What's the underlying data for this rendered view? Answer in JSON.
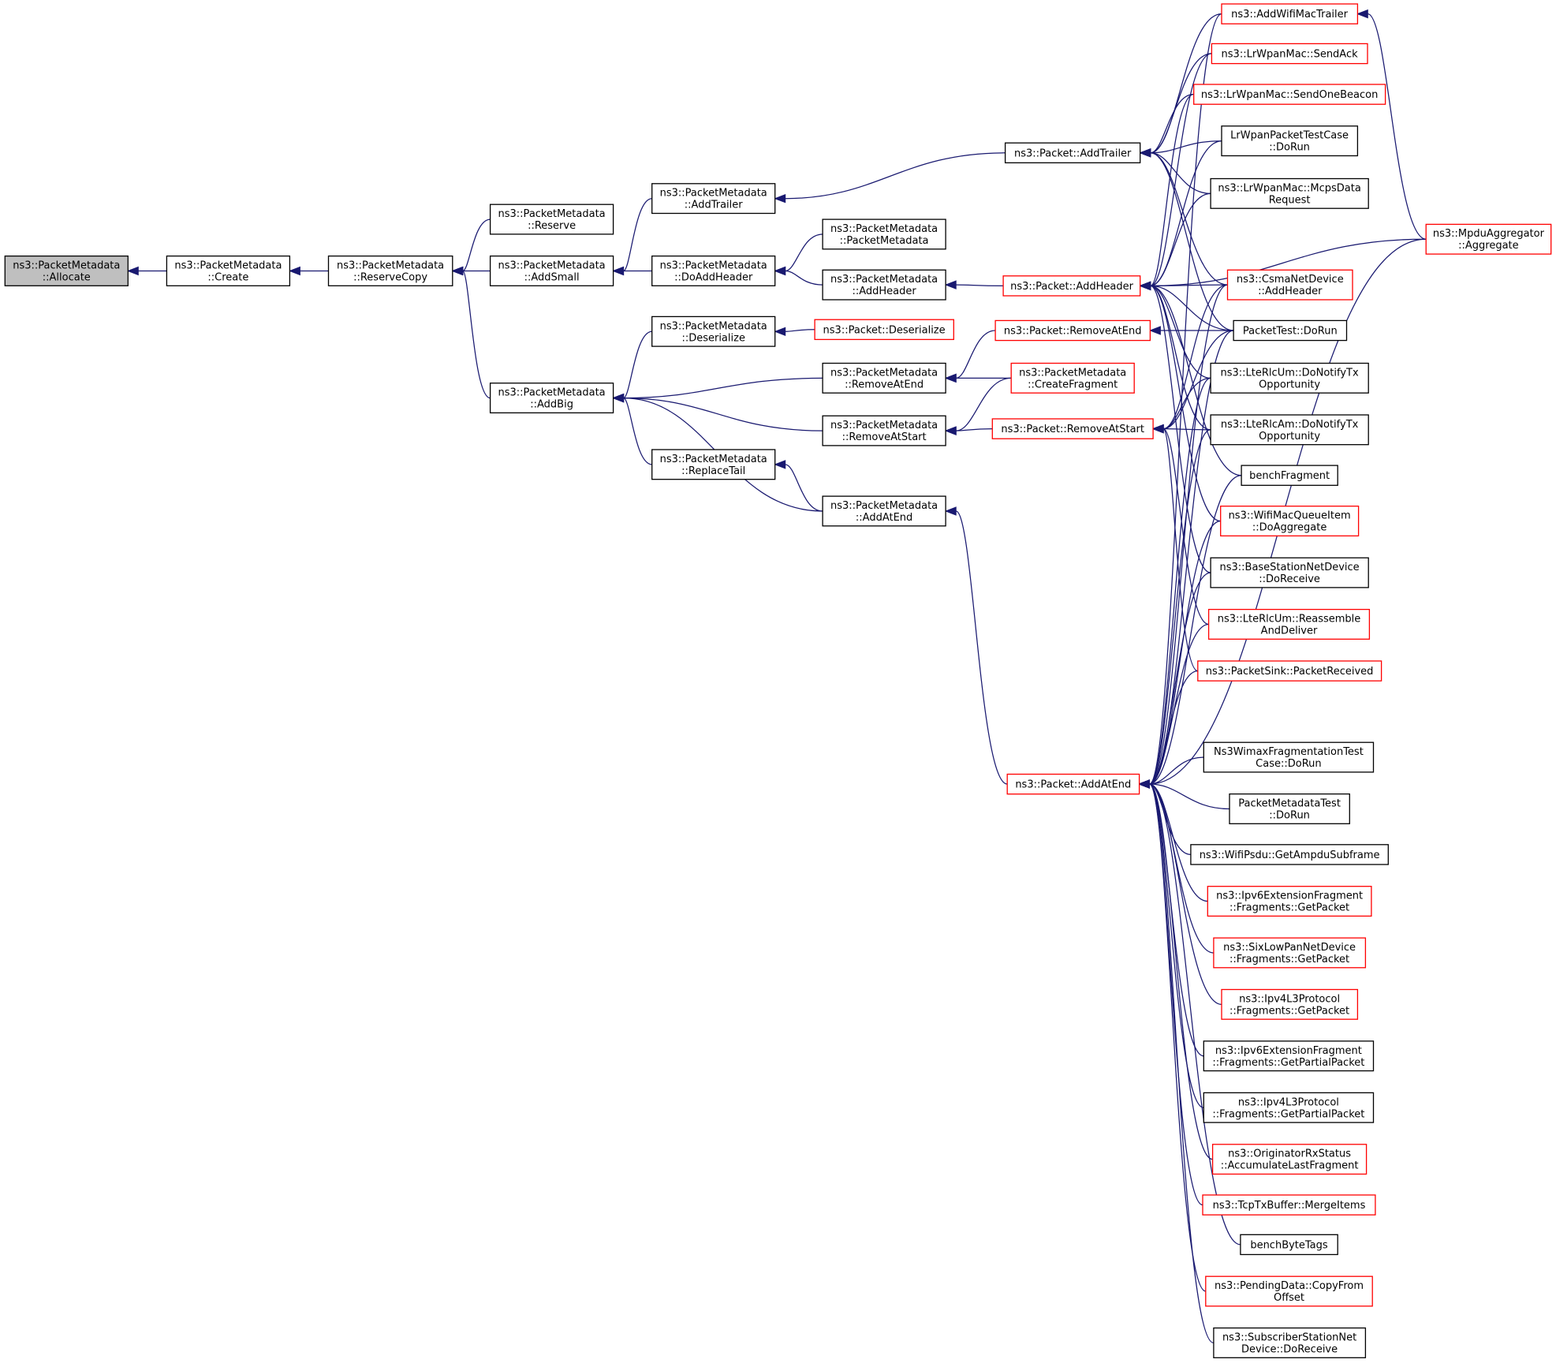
{
  "nodes": [
    {
      "id": "allocate",
      "lines": [
        "ns3::PacketMetadata",
        "::Allocate"
      ],
      "style": "root"
    },
    {
      "id": "create",
      "lines": [
        "ns3::PacketMetadata",
        "::Create"
      ],
      "style": "black"
    },
    {
      "id": "reserveCopy",
      "lines": [
        "ns3::PacketMetadata",
        "::ReserveCopy"
      ],
      "style": "black"
    },
    {
      "id": "reserve",
      "lines": [
        "ns3::PacketMetadata",
        "::Reserve"
      ],
      "style": "black"
    },
    {
      "id": "addSmall",
      "lines": [
        "ns3::PacketMetadata",
        "::AddSmall"
      ],
      "style": "black"
    },
    {
      "id": "addBig",
      "lines": [
        "ns3::PacketMetadata",
        "::AddBig"
      ],
      "style": "black"
    },
    {
      "id": "pmAddTrailer",
      "lines": [
        "ns3::PacketMetadata",
        "::AddTrailer"
      ],
      "style": "black"
    },
    {
      "id": "doAddHeader",
      "lines": [
        "ns3::PacketMetadata",
        "::DoAddHeader"
      ],
      "style": "black"
    },
    {
      "id": "pmDeserialize",
      "lines": [
        "ns3::PacketMetadata",
        "::Deserialize"
      ],
      "style": "black"
    },
    {
      "id": "replaceTail",
      "lines": [
        "ns3::PacketMetadata",
        "::ReplaceTail"
      ],
      "style": "black"
    },
    {
      "id": "pmCtor",
      "lines": [
        "ns3::PacketMetadata",
        "::PacketMetadata"
      ],
      "style": "black"
    },
    {
      "id": "pmAddHeader",
      "lines": [
        "ns3::PacketMetadata",
        "::AddHeader"
      ],
      "style": "black"
    },
    {
      "id": "pDeserialize",
      "lines": [
        "ns3::Packet::Deserialize"
      ],
      "style": "red"
    },
    {
      "id": "pmRemoveAtEnd",
      "lines": [
        "ns3::PacketMetadata",
        "::RemoveAtEnd"
      ],
      "style": "black"
    },
    {
      "id": "pmRemoveAtStart",
      "lines": [
        "ns3::PacketMetadata",
        "::RemoveAtStart"
      ],
      "style": "black"
    },
    {
      "id": "pmAddAtEnd",
      "lines": [
        "ns3::PacketMetadata",
        "::AddAtEnd"
      ],
      "style": "black"
    },
    {
      "id": "pAddTrailer",
      "lines": [
        "ns3::Packet::AddTrailer"
      ],
      "style": "black"
    },
    {
      "id": "pAddHeader",
      "lines": [
        "ns3::Packet::AddHeader"
      ],
      "style": "red"
    },
    {
      "id": "pRemoveAtEnd",
      "lines": [
        "ns3::Packet::RemoveAtEnd"
      ],
      "style": "red"
    },
    {
      "id": "pmCreateFragment",
      "lines": [
        "ns3::PacketMetadata",
        "::CreateFragment"
      ],
      "style": "red"
    },
    {
      "id": "pRemoveAtStart",
      "lines": [
        "ns3::Packet::RemoveAtStart"
      ],
      "style": "red"
    },
    {
      "id": "pAddAtEnd",
      "lines": [
        "ns3::Packet::AddAtEnd"
      ],
      "style": "red"
    },
    {
      "id": "addWifiMacTrailer",
      "lines": [
        "ns3::AddWifiMacTrailer"
      ],
      "style": "red"
    },
    {
      "id": "sendAck",
      "lines": [
        "ns3::LrWpanMac::SendAck"
      ],
      "style": "red"
    },
    {
      "id": "sendOneBeacon",
      "lines": [
        "ns3::LrWpanMac::SendOneBeacon"
      ],
      "style": "red"
    },
    {
      "id": "lrWpanTestDoRun",
      "lines": [
        "LrWpanPacketTestCase",
        "::DoRun"
      ],
      "style": "black"
    },
    {
      "id": "mcpsData",
      "lines": [
        "ns3::LrWpanMac::McpsData",
        "Request"
      ],
      "style": "black"
    },
    {
      "id": "csmaAddHeader",
      "lines": [
        "ns3::CsmaNetDevice",
        "::AddHeader"
      ],
      "style": "red"
    },
    {
      "id": "packetTestDoRun",
      "lines": [
        "PacketTest::DoRun"
      ],
      "style": "black"
    },
    {
      "id": "rlcUmNotify",
      "lines": [
        "ns3::LteRlcUm::DoNotifyTx",
        "Opportunity"
      ],
      "style": "black"
    },
    {
      "id": "rlcAmNotify",
      "lines": [
        "ns3::LteRlcAm::DoNotifyTx",
        "Opportunity"
      ],
      "style": "black"
    },
    {
      "id": "benchFragment",
      "lines": [
        "benchFragment"
      ],
      "style": "black"
    },
    {
      "id": "wifiDoAggregate",
      "lines": [
        "ns3::WifiMacQueueItem",
        "::DoAggregate"
      ],
      "style": "red"
    },
    {
      "id": "bsDoReceive",
      "lines": [
        "ns3::BaseStationNetDevice",
        "::DoReceive"
      ],
      "style": "black"
    },
    {
      "id": "rlcReassemble",
      "lines": [
        "ns3::LteRlcUm::Reassemble",
        "AndDeliver"
      ],
      "style": "red"
    },
    {
      "id": "sinkReceived",
      "lines": [
        "ns3::PacketSink::PacketReceived"
      ],
      "style": "red"
    },
    {
      "id": "wimaxFragTest",
      "lines": [
        "Ns3WimaxFragmentationTest",
        "Case::DoRun"
      ],
      "style": "black"
    },
    {
      "id": "pmTestDoRun",
      "lines": [
        "PacketMetadataTest",
        "::DoRun"
      ],
      "style": "black"
    },
    {
      "id": "ampduSubframe",
      "lines": [
        "ns3::WifiPsdu::GetAmpduSubframe"
      ],
      "style": "black"
    },
    {
      "id": "ipv6FragGet",
      "lines": [
        "ns3::Ipv6ExtensionFragment",
        "::Fragments::GetPacket"
      ],
      "style": "red"
    },
    {
      "id": "sixLowPanGet",
      "lines": [
        "ns3::SixLowPanNetDevice",
        "::Fragments::GetPacket"
      ],
      "style": "red"
    },
    {
      "id": "ipv4FragGet",
      "lines": [
        "ns3::Ipv4L3Protocol",
        "::Fragments::GetPacket"
      ],
      "style": "red"
    },
    {
      "id": "ipv6FragPartial",
      "lines": [
        "ns3::Ipv6ExtensionFragment",
        "::Fragments::GetPartialPacket"
      ],
      "style": "black"
    },
    {
      "id": "ipv4FragPartial",
      "lines": [
        "ns3::Ipv4L3Protocol",
        "::Fragments::GetPartialPacket"
      ],
      "style": "black"
    },
    {
      "id": "originatorAcc",
      "lines": [
        "ns3::OriginatorRxStatus",
        "::AccumulateLastFragment"
      ],
      "style": "red"
    },
    {
      "id": "tcpMerge",
      "lines": [
        "ns3::TcpTxBuffer::MergeItems"
      ],
      "style": "red"
    },
    {
      "id": "benchByteTags",
      "lines": [
        "benchByteTags"
      ],
      "style": "black"
    },
    {
      "id": "pendingCopy",
      "lines": [
        "ns3::PendingData::CopyFrom",
        "Offset"
      ],
      "style": "red"
    },
    {
      "id": "ssDoReceive",
      "lines": [
        "ns3::SubscriberStationNet",
        "Device::DoReceive"
      ],
      "style": "black"
    },
    {
      "id": "mpduAggregate",
      "lines": [
        "ns3::MpduAggregator",
        "::Aggregate"
      ],
      "style": "red"
    }
  ],
  "edges": [
    [
      "create",
      "allocate"
    ],
    [
      "reserveCopy",
      "create"
    ],
    [
      "reserve",
      "reserveCopy"
    ],
    [
      "addSmall",
      "reserveCopy"
    ],
    [
      "addBig",
      "reserveCopy"
    ],
    [
      "pmAddTrailer",
      "addSmall"
    ],
    [
      "doAddHeader",
      "addSmall"
    ],
    [
      "pmDeserialize",
      "addBig"
    ],
    [
      "pmRemoveAtEnd",
      "addBig"
    ],
    [
      "pmRemoveAtStart",
      "addBig"
    ],
    [
      "replaceTail",
      "addBig"
    ],
    [
      "pmAddAtEnd",
      "addBig"
    ],
    [
      "pmCtor",
      "doAddHeader"
    ],
    [
      "pmAddHeader",
      "doAddHeader"
    ],
    [
      "pDeserialize",
      "pmDeserialize"
    ],
    [
      "pRemoveAtEnd",
      "pmRemoveAtEnd"
    ],
    [
      "pmCreateFragment",
      "pmRemoveAtEnd"
    ],
    [
      "pRemoveAtStart",
      "pmRemoveAtStart"
    ],
    [
      "pmCreateFragment",
      "pmRemoveAtStart"
    ],
    [
      "pmAddAtEnd",
      "replaceTail"
    ],
    [
      "pAddTrailer",
      "pmAddTrailer"
    ],
    [
      "pAddHeader",
      "pmAddHeader"
    ],
    [
      "pAddAtEnd",
      "pmAddAtEnd"
    ],
    [
      "addWifiMacTrailer",
      "pAddTrailer"
    ],
    [
      "sendAck",
      "pAddTrailer"
    ],
    [
      "sendOneBeacon",
      "pAddTrailer"
    ],
    [
      "lrWpanTestDoRun",
      "pAddTrailer"
    ],
    [
      "mcpsData",
      "pAddTrailer"
    ],
    [
      "csmaAddHeader",
      "pAddTrailer"
    ],
    [
      "packetTestDoRun",
      "pAddTrailer"
    ],
    [
      "sendAck",
      "pAddHeader"
    ],
    [
      "sendOneBeacon",
      "pAddHeader"
    ],
    [
      "lrWpanTestDoRun",
      "pAddHeader"
    ],
    [
      "mcpsData",
      "pAddHeader"
    ],
    [
      "mpduAggregate",
      "pAddHeader"
    ],
    [
      "csmaAddHeader",
      "pAddHeader"
    ],
    [
      "packetTestDoRun",
      "pAddHeader"
    ],
    [
      "rlcUmNotify",
      "pAddHeader"
    ],
    [
      "rlcAmNotify",
      "pAddHeader"
    ],
    [
      "benchFragment",
      "pAddHeader"
    ],
    [
      "wifiDoAggregate",
      "pAddHeader"
    ],
    [
      "bsDoReceive",
      "pAddHeader"
    ],
    [
      "packetTestDoRun",
      "pRemoveAtEnd"
    ],
    [
      "packetTestDoRun",
      "pRemoveAtStart"
    ],
    [
      "rlcUmNotify",
      "pRemoveAtStart"
    ],
    [
      "rlcAmNotify",
      "pRemoveAtStart"
    ],
    [
      "rlcReassemble",
      "pRemoveAtStart"
    ],
    [
      "sinkReceived",
      "pRemoveAtStart"
    ],
    [
      "csmaAddHeader",
      "pRemoveAtStart"
    ],
    [
      "addWifiMacTrailer",
      "pAddAtEnd"
    ],
    [
      "csmaAddHeader",
      "pAddAtEnd"
    ],
    [
      "packetTestDoRun",
      "pAddAtEnd"
    ],
    [
      "rlcUmNotify",
      "pAddAtEnd"
    ],
    [
      "rlcAmNotify",
      "pAddAtEnd"
    ],
    [
      "benchFragment",
      "pAddAtEnd"
    ],
    [
      "wifiDoAggregate",
      "pAddAtEnd"
    ],
    [
      "bsDoReceive",
      "pAddAtEnd"
    ],
    [
      "rlcReassemble",
      "pAddAtEnd"
    ],
    [
      "sinkReceived",
      "pAddAtEnd"
    ],
    [
      "mpduAggregate",
      "pAddAtEnd"
    ],
    [
      "wimaxFragTest",
      "pAddAtEnd"
    ],
    [
      "pmTestDoRun",
      "pAddAtEnd"
    ],
    [
      "ampduSubframe",
      "pAddAtEnd"
    ],
    [
      "ipv6FragGet",
      "pAddAtEnd"
    ],
    [
      "sixLowPanGet",
      "pAddAtEnd"
    ],
    [
      "ipv4FragGet",
      "pAddAtEnd"
    ],
    [
      "ipv6FragPartial",
      "pAddAtEnd"
    ],
    [
      "ipv4FragPartial",
      "pAddAtEnd"
    ],
    [
      "originatorAcc",
      "pAddAtEnd"
    ],
    [
      "tcpMerge",
      "pAddAtEnd"
    ],
    [
      "benchByteTags",
      "pAddAtEnd"
    ],
    [
      "pendingCopy",
      "pAddAtEnd"
    ],
    [
      "ssDoReceive",
      "pAddAtEnd"
    ],
    [
      "mpduAggregate",
      "addWifiMacTrailer"
    ]
  ],
  "colors": {
    "edge": "#191970",
    "root_fill": "#bfbfbf",
    "red_border": "#ff0000",
    "black_border": "#000000",
    "background": "#ffffff"
  }
}
